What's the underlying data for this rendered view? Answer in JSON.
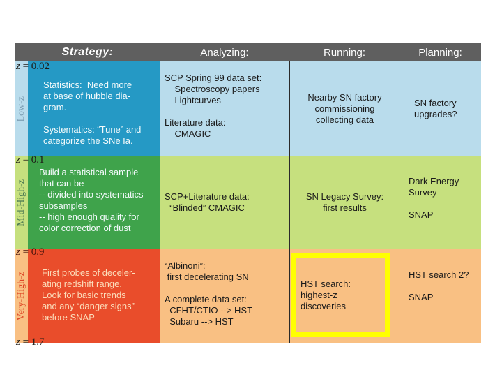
{
  "colors": {
    "page_bg": "#ffffff",
    "header_bg": "#5f5f5f",
    "header_text": "#ffffff",
    "divider": "#2a2a2a",
    "highlight_border": "#ffff00",
    "low_z_dark": "#2599c5",
    "low_z_light": "#b9dcec",
    "mid_z_dark": "#3fa34b",
    "mid_z_light": "#c6e07e",
    "very_z_dark": "#e94d2b",
    "very_z_light": "#f9c083"
  },
  "header": {
    "columns": [
      {
        "label": "Strategy:"
      },
      {
        "label": "Analyzing:"
      },
      {
        "label": "Running:"
      },
      {
        "label": "Planning:"
      }
    ]
  },
  "z_markers": [
    {
      "prefix": "z",
      "value": " = 0.02"
    },
    {
      "prefix": "z",
      "value": " = 0.1"
    },
    {
      "prefix": "z",
      "value": " = 0.9"
    },
    {
      "prefix": "z",
      "value": " = 1.7"
    }
  ],
  "rows": [
    {
      "side_label": "Low-z",
      "strategy": "Statistics:  Need more\nat base of hubble dia-\ngram.\n\nSystematics: “Tune” and\ncategorize the SNe Ia.",
      "analyzing": "SCP Spring 99 data set:\n    Spectroscopy papers\n    Lightcurves\n\nLiterature data:\n    CMAGIC",
      "running": "Nearby SN factory\ncommissioning\ncollecting data",
      "planning": "SN factory\nupgrades?"
    },
    {
      "side_label": "Mid-High-z",
      "strategy": "Build a statistical sample\nthat can be\n-- divided into systematics\nsubsamples\n-- high enough quality for\ncolor correction of dust",
      "analyzing": "SCP+Literature data:\n  “Blinded” CMAGIC",
      "running": "SN Legacy Survey:\nfirst results",
      "planning": "Dark Energy\nSurvey\n\nSNAP"
    },
    {
      "side_label": "Very-High-z",
      "strategy": "First probes of deceler-\nating redshift range.\nLook for basic trends\nand any “danger signs”\nbefore SNAP",
      "analyzing": "“Albinoni”:\n first decelerating SN\n\nA complete data set:\n  CFHT/CTIO --> HST\n  Subaru --> HST",
      "running": "HST search:\nhighest-z\ndiscoveries",
      "planning": "HST search 2?\n\nSNAP"
    }
  ]
}
